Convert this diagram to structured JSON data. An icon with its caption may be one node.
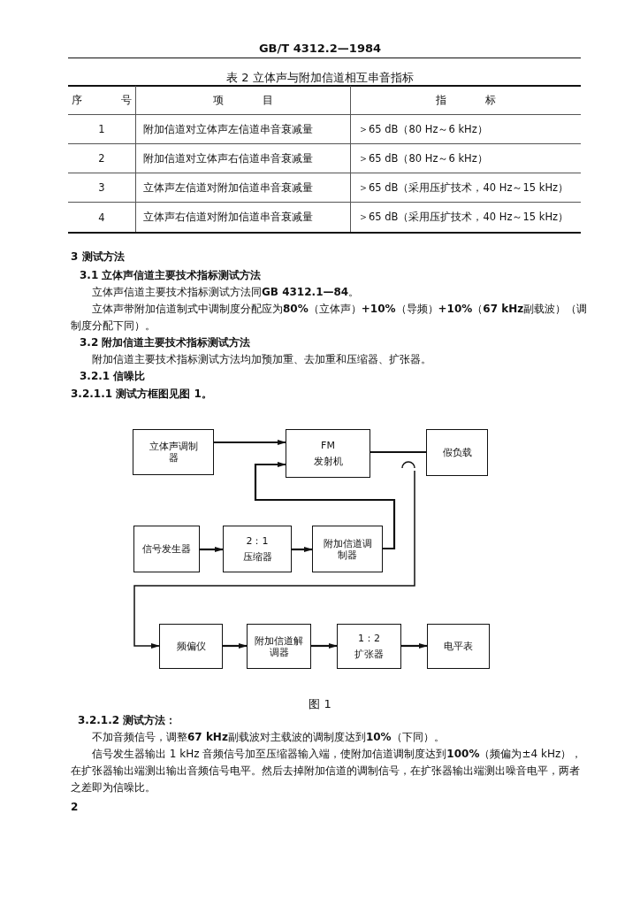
{
  "diagram": {
    "caption": "图 1",
    "nodes": [
      {
        "text": [
          "立体声调制器"
        ]
      },
      {
        "text": [
          "FM",
          "发射机"
        ]
      },
      {
        "text": [
          "假负载"
        ]
      },
      {
        "text": [
          "信号发生器"
        ]
      },
      {
        "text": [
          "2：1",
          "压缩器"
        ]
      },
      {
        "text": [
          "附加信道调制器"
        ]
      },
      {
        "text": [
          "频偏仪"
        ]
      },
      {
        "text": [
          "附加信道解调器"
        ]
      },
      {
        "text": [
          "1：2",
          "扩张器"
        ]
      },
      {
        "text": [
          "电平表"
        ]
      }
    ],
    "edges": [
      {
        "from": 0,
        "to": 1,
        "arrow": "to"
      },
      {
        "from": 5,
        "to": 1,
        "arrow": "to"
      },
      {
        "from": 1,
        "to": 2,
        "arrow": "none"
      },
      {
        "from": 3,
        "to": 4,
        "arrow": "to"
      },
      {
        "from": 4,
        "to": 5,
        "arrow": "to"
      },
      {
        "from": null,
        "to": 6,
        "arrow": "to"
      },
      {
        "from": 6,
        "to": 7,
        "arrow": "to"
      },
      {
        "from": 7,
        "to": 8,
        "arrow": "to"
      },
      {
        "from": 8,
        "to": 9,
        "arrow": "to"
      }
    ],
    "labels": [
      "GB/T 4312.2—1984",
      "表 2 立体声与附加信道相互串音指标",
      "序 号",
      "项 目",
      "指 标",
      "1",
      "附加信道对立体声左信道串音衰减量",
      "＞65 dB（80 Hz～6 kHz）",
      "2",
      "附加信道对立体声右信道串音衰减量",
      "＞65 dB（80 Hz～6 kHz）",
      "3",
      "立体声左信道对附加信道串音衰减量",
      "＞65 dB（采用压扩技术，40 Hz～15 kHz）",
      "4",
      "立体声右信道对附加信道串音衰减量",
      "＞65 dB（采用压扩技术，40 Hz～15 kHz）",
      "3 测试方法",
      "3.1 立体声信道主要技术指标测试方法",
      "立体声信道主要技术指标测试方法同**GB 4312.1—84**。",
      "立体声带附加信道制式中调制度分配应为**80%**（立体声）**+10%**（导频）**+10%**（**67 kHz**副载波）（调制度分配下同）。",
      "3.2 附加信道主要技术指标测试方法",
      "附加信道主要技术指标测试方法均加预加重、去加重和压缩器、扩张器。",
      "3.2.1 信噪比",
      "3.2.1.1 测试方框图见图 1。",
      "3.2.1.2 测试方法：",
      "不加音频信号，调整**67 kHz**副载波对主载波的调制度达到**10%**（下同）。",
      "信号发生器输出 1 kHz 音频信号加至压缩器输入端，使附加信道调制度达到**100%**（频偏为±4 kHz），在扩张器输出端测出输出音频信号电平。然后去掉附加信道的调制信号，在扩张器输出端测出噪音电平，两者之差即为信噪比。",
      "2"
    ]
  }
}
